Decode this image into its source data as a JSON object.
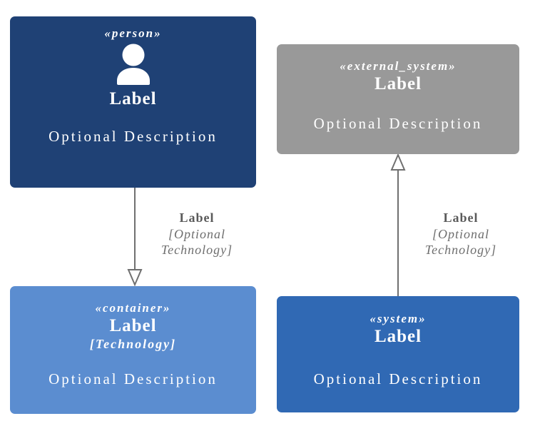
{
  "diagram": {
    "type": "c4-architecture-legend",
    "background_color": "#ffffff",
    "edge_line_color": "#707070",
    "arrowhead_fill": "#ffffff"
  },
  "nodes": [
    {
      "id": "person",
      "stereotype": "«person»",
      "label": "Label",
      "description": "Optional Description",
      "icon": "person-icon",
      "color": "#1f4175"
    },
    {
      "id": "external_system",
      "stereotype": "«external_system»",
      "label": "Label",
      "description": "Optional Description",
      "color": "#999999"
    },
    {
      "id": "container",
      "stereotype": "«container»",
      "label": "Label",
      "technology": "[Technology]",
      "description": "Optional Description",
      "color": "#5b8dd0"
    },
    {
      "id": "system",
      "stereotype": "«system»",
      "label": "Label",
      "description": "Optional Description",
      "color": "#3069b4"
    }
  ],
  "edges": [
    {
      "id": "person-to-container",
      "from": "person",
      "to": "container",
      "title": "Label",
      "technology_line_1": "[Optional",
      "technology_line_2": "Technology]",
      "arrow_direction": "down"
    },
    {
      "id": "system-to-external-system",
      "from": "system",
      "to": "external_system",
      "title": "Label",
      "technology_line_1": "[Optional",
      "technology_line_2": "Technology]",
      "arrow_direction": "up"
    }
  ]
}
